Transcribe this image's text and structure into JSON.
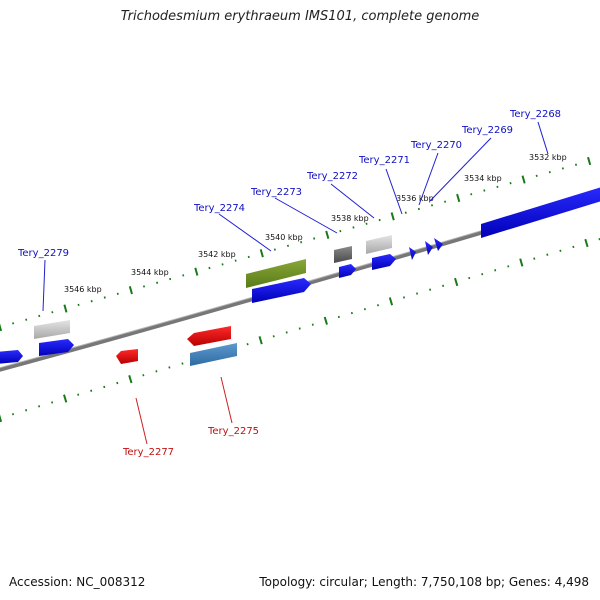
{
  "title": "Trichodesmium erythraeum IMS101, complete genome",
  "footer": {
    "accession": "Accession: NC_008312",
    "topology": "Topology: circular; Length: 7,750,108 bp; Genes: 4,498"
  },
  "colors": {
    "backbone": "#808080",
    "tick": "#1a7a1a",
    "plus_label": "#1010c0",
    "minus_label": "#c01010",
    "leader_plus": "#2020d0",
    "leader_minus": "#d02020"
  },
  "scale_labels": [
    "3532 kbp",
    "3534 kbp",
    "3536 kbp",
    "3538 kbp",
    "3540 kbp",
    "3542 kbp",
    "3544 kbp",
    "3546 kbp"
  ],
  "gene_labels": [
    {
      "text": "Tery_2268",
      "strand": "plus"
    },
    {
      "text": "Tery_2269",
      "strand": "plus"
    },
    {
      "text": "Tery_2270",
      "strand": "plus"
    },
    {
      "text": "Tery_2271",
      "strand": "plus"
    },
    {
      "text": "Tery_2272",
      "strand": "plus"
    },
    {
      "text": "Tery_2273",
      "strand": "plus"
    },
    {
      "text": "Tery_2274",
      "strand": "plus"
    },
    {
      "text": "Tery_2279",
      "strand": "plus"
    },
    {
      "text": "Tery_2275",
      "strand": "minus"
    },
    {
      "text": "Tery_2277",
      "strand": "minus"
    }
  ]
}
